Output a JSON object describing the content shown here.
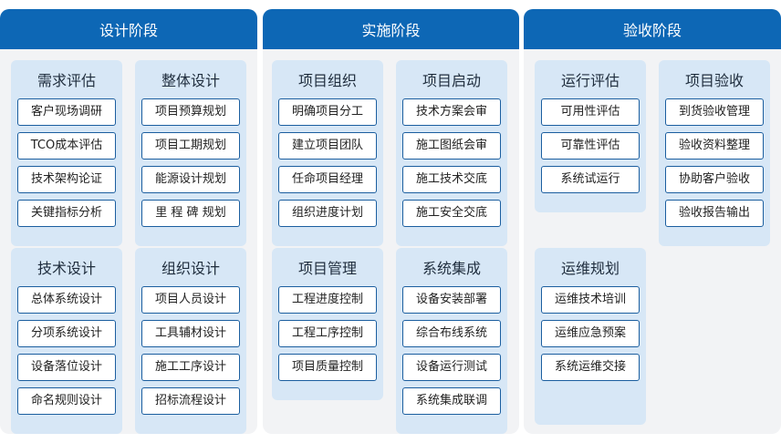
{
  "phases": [
    {
      "title": "设计阶段",
      "groups": [
        {
          "title": "需求评估",
          "items": [
            "客户现场调研",
            "TCO成本评估",
            "技术架构论证",
            "关键指标分析"
          ]
        },
        {
          "title": "整体设计",
          "items": [
            "项目预算规划",
            "项目工期规划",
            "能源设计规划",
            "里 程 碑 规划"
          ]
        },
        {
          "title": "技术设计",
          "items": [
            "总体系统设计",
            "分项系统设计",
            "设备落位设计",
            "命名规则设计"
          ]
        },
        {
          "title": "组织设计",
          "items": [
            "项目人员设计",
            "工具辅材设计",
            "施工工序设计",
            "招标流程设计"
          ]
        }
      ]
    },
    {
      "title": "实施阶段",
      "groups": [
        {
          "title": "项目组织",
          "items": [
            "明确项目分工",
            "建立项目团队",
            "任命项目经理",
            "组织进度计划"
          ]
        },
        {
          "title": "项目启动",
          "items": [
            "技术方案会审",
            "施工图纸会审",
            "施工技术交底",
            "施工安全交底"
          ]
        },
        {
          "title": "项目管理",
          "items": [
            "工程进度控制",
            "工程工序控制",
            "项目质量控制"
          ]
        },
        {
          "title": "系统集成",
          "items": [
            "设备安装部署",
            "综合布线系统",
            "设备运行测试",
            "系统集成联调"
          ]
        }
      ]
    },
    {
      "title": "验收阶段",
      "groups": [
        {
          "title": "运行评估",
          "items": [
            "可用性评估",
            "可靠性评估",
            "系统试运行"
          ]
        },
        {
          "title": "项目验收",
          "items": [
            "到货验收管理",
            "验收资料整理",
            "协助客户验收",
            "验收报告输出"
          ]
        },
        {
          "title": "运维规划",
          "items": [
            "运维技术培训",
            "运维应急预案",
            "系统运维交接"
          ]
        }
      ]
    }
  ]
}
